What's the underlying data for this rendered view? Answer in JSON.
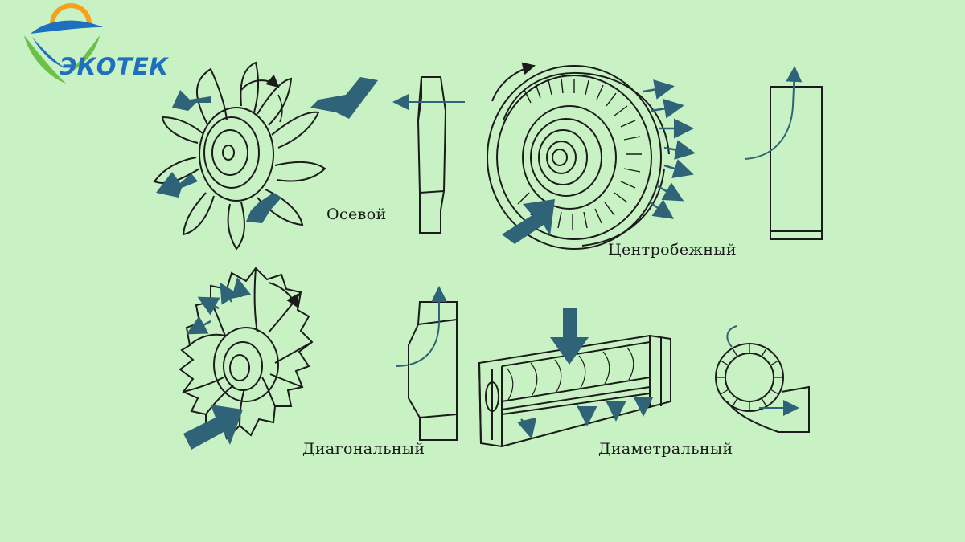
{
  "logo": {
    "text": "ЭКОТЕК",
    "colors": {
      "blue": "#1f6fc0",
      "green": "#6cc04a",
      "orange": "#f5a21a"
    }
  },
  "labels": {
    "axial": "Осевой",
    "centrifugal": "Центробежный",
    "diagonal": "Диагональный",
    "diametral": "Диаметральный"
  },
  "colors": {
    "background": "#c8f2c4",
    "line": "#1b1b1b",
    "arrow": "#2f6377"
  }
}
